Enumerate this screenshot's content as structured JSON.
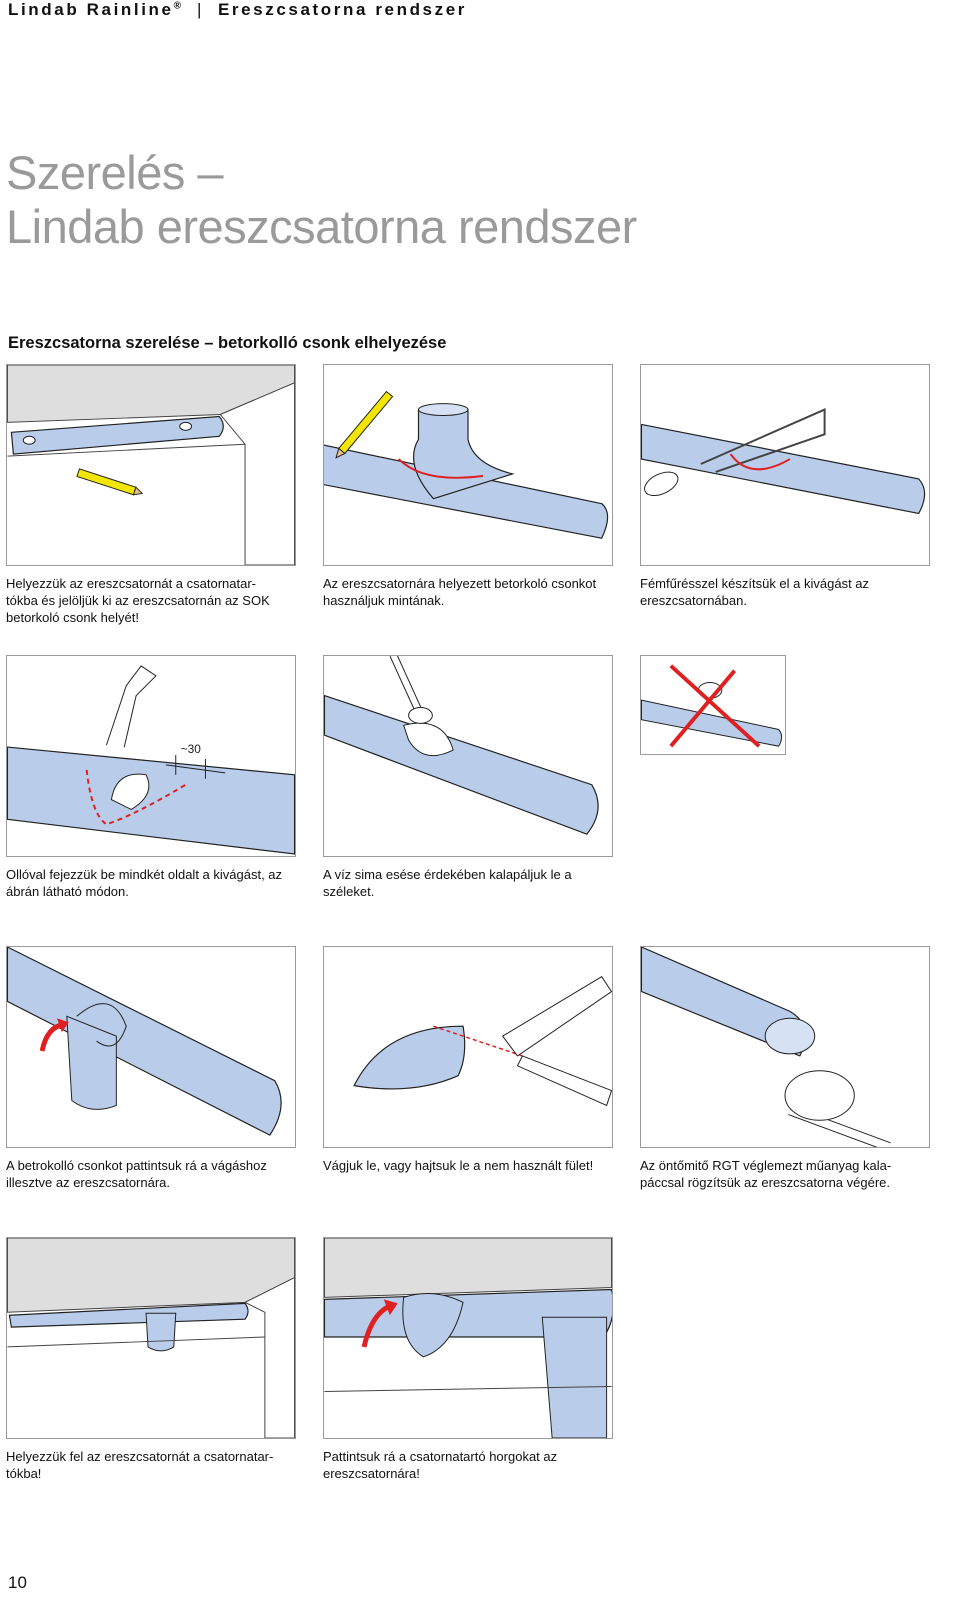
{
  "header": {
    "brand": "Lindab Rainline",
    "reg": "®",
    "sep": "|",
    "section": "Ereszcsatorna rendszer"
  },
  "title": {
    "line1": "Szerelés –",
    "line2": "Lindab ereszcsatorna rendszer"
  },
  "subtitle": "Ereszcsatorna szerelése – betorkolló csonk elhelyezése",
  "steps": [
    {
      "caption": "Helyezzük az ereszcsatornát a csatornatar-\ntókba és jelöljük ki az ereszcsatornán az SOK\nbetorkoló csonk helyét!"
    },
    {
      "caption": "Az ereszcsatornára helyezett betorkoló csonkot\nhasználjuk mintának."
    },
    {
      "caption": "Fémfűrésszel készítsük el a kivágást az\nereszcsatornában."
    },
    {
      "caption": "Ollóval fejezzük be mindkét oldalt a kivágást, az\nábrán látható módon.",
      "dimension": "~30"
    },
    {
      "caption": "A víz sima esése érdekében kalapáljuk le a\nszéleket."
    },
    {
      "caption": "A betrokolló csonkot pattintsuk rá a vágáshoz\nillesztve az ereszcsatornára."
    },
    {
      "caption": "Vágjuk le, vagy hajtsuk le a nem használt fület!"
    },
    {
      "caption": "Az öntőmitő RGT véglemezt műanyag kala-\npáccsal rögzítsük az ereszcsatorna végére."
    },
    {
      "caption": "Helyezzük fel az ereszcsatornát a csatornatar-\ntókba!"
    },
    {
      "caption": "Pattintsuk rá a csatornatartó horgokat az\nereszcsatornára!"
    }
  ],
  "page_number": "10",
  "colors": {
    "gutter_blue": "#b9cdea",
    "outline": "#222222",
    "cut_red": "#e02020",
    "wall_gray": "#dedede",
    "frame_gray": "#9a9a9a"
  }
}
